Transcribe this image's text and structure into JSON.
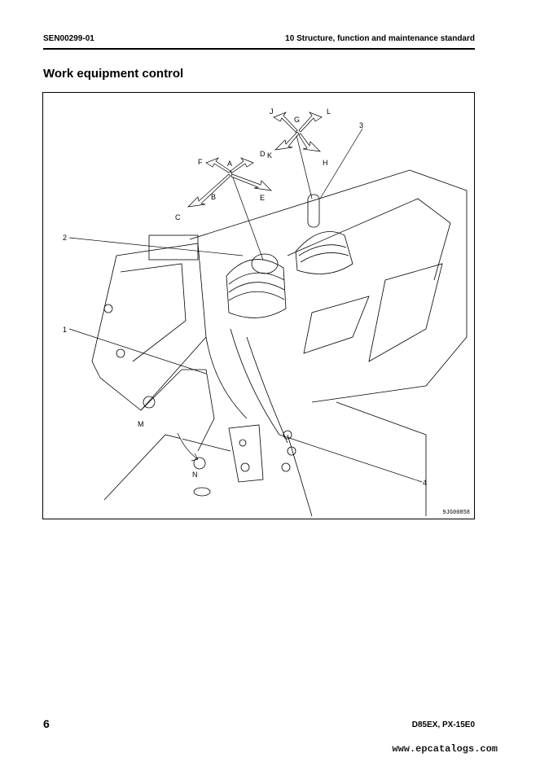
{
  "header": {
    "doc_id": "SEN00299-01",
    "section": "10 Structure, function and maintenance standard"
  },
  "page_title": "Work equipment control",
  "figure": {
    "code": "9JG00858",
    "callouts": [
      "1",
      "2",
      "3",
      "4"
    ],
    "direction_labels_left": [
      "A",
      "B",
      "C",
      "D",
      "E",
      "F"
    ],
    "direction_labels_right": [
      "G",
      "H",
      "J",
      "K",
      "L"
    ],
    "rotation_labels": [
      "M",
      "N"
    ]
  },
  "footer": {
    "page_number": "6",
    "model": "D85EX, PX-15E0"
  },
  "watermark": "www.epcatalogs.com"
}
